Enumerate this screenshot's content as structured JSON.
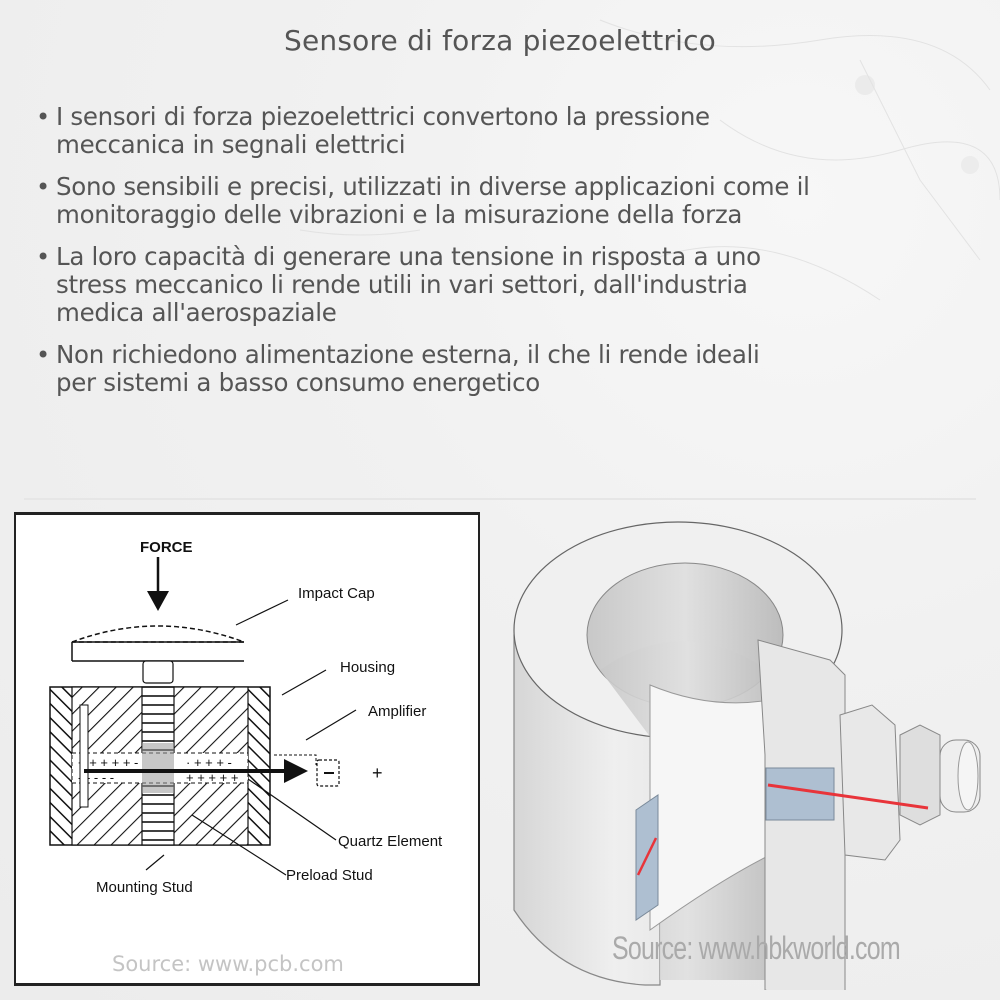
{
  "title": "Sensore di forza piezoelettrico",
  "bullets": [
    {
      "lines": [
        "I sensori di forza piezoelettrici convertono la pressione",
        "meccanica in segnali elettrici"
      ]
    },
    {
      "lines": [
        "Sono sensibili e precisi, utilizzati in diverse applicazioni come il",
        "monitoraggio delle vibrazioni e la misurazione della forza"
      ]
    },
    {
      "lines": [
        "La loro capacità di generare una tensione in risposta a uno",
        "stress meccanico li rende utili in vari settori, dall'industria",
        "medica all'aerospaziale"
      ]
    },
    {
      "lines": [
        "Non richiedono alimentazione esterna, il che li rende ideali",
        "per sistemi a basso consumo energetico"
      ]
    }
  ],
  "bullet_glyph": "•",
  "left_figure": {
    "labels": {
      "force": "FORCE",
      "impact_cap": "Impact Cap",
      "housing": "Housing",
      "amplifier": "Amplifier",
      "quartz_element": "Quartz Element",
      "preload_stud": "Preload Stud",
      "mounting_stud": "Mounting Stud",
      "plus_sign": "+"
    },
    "source": "Source: www.pcb.com"
  },
  "right_figure": {
    "source": "Source: www.hbkworld.com",
    "colors": {
      "signal_line": "#e8343a",
      "quartz": "#aebfd1",
      "metal": "#e4e4e4"
    }
  }
}
